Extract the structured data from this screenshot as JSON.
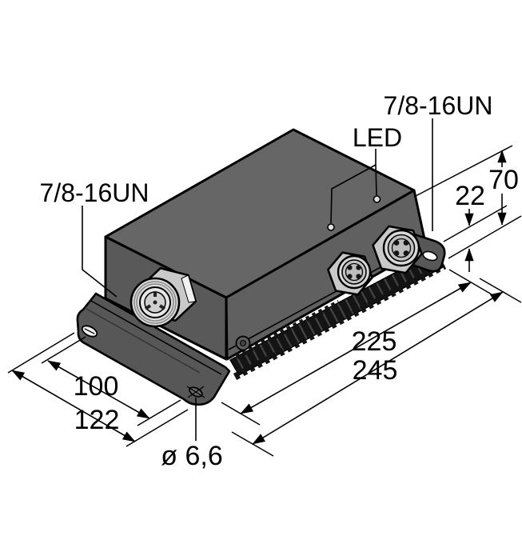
{
  "drawing": {
    "title": "Technical dimension drawing - industrial field power module",
    "labels": {
      "front_connector_thread": "7/8-16UN",
      "right_connector_thread": "7/8-16UN",
      "led": "LED"
    },
    "dimensions": {
      "height_total": "70",
      "bracket_offset": "22",
      "length_fins": "225",
      "length_total": "245",
      "hole_spacing": "100",
      "width_total": "122",
      "hole_diameter": "ø 6,6"
    },
    "colors": {
      "outline": "#000000",
      "top_face": "#666666",
      "right_face": "#606060",
      "front_face": "#595959",
      "flange": "#575757",
      "heatsink": "#141414",
      "connector_metal": "#c9c9c9",
      "connector_face": "#dcdcdc",
      "background": "#ffffff"
    }
  }
}
